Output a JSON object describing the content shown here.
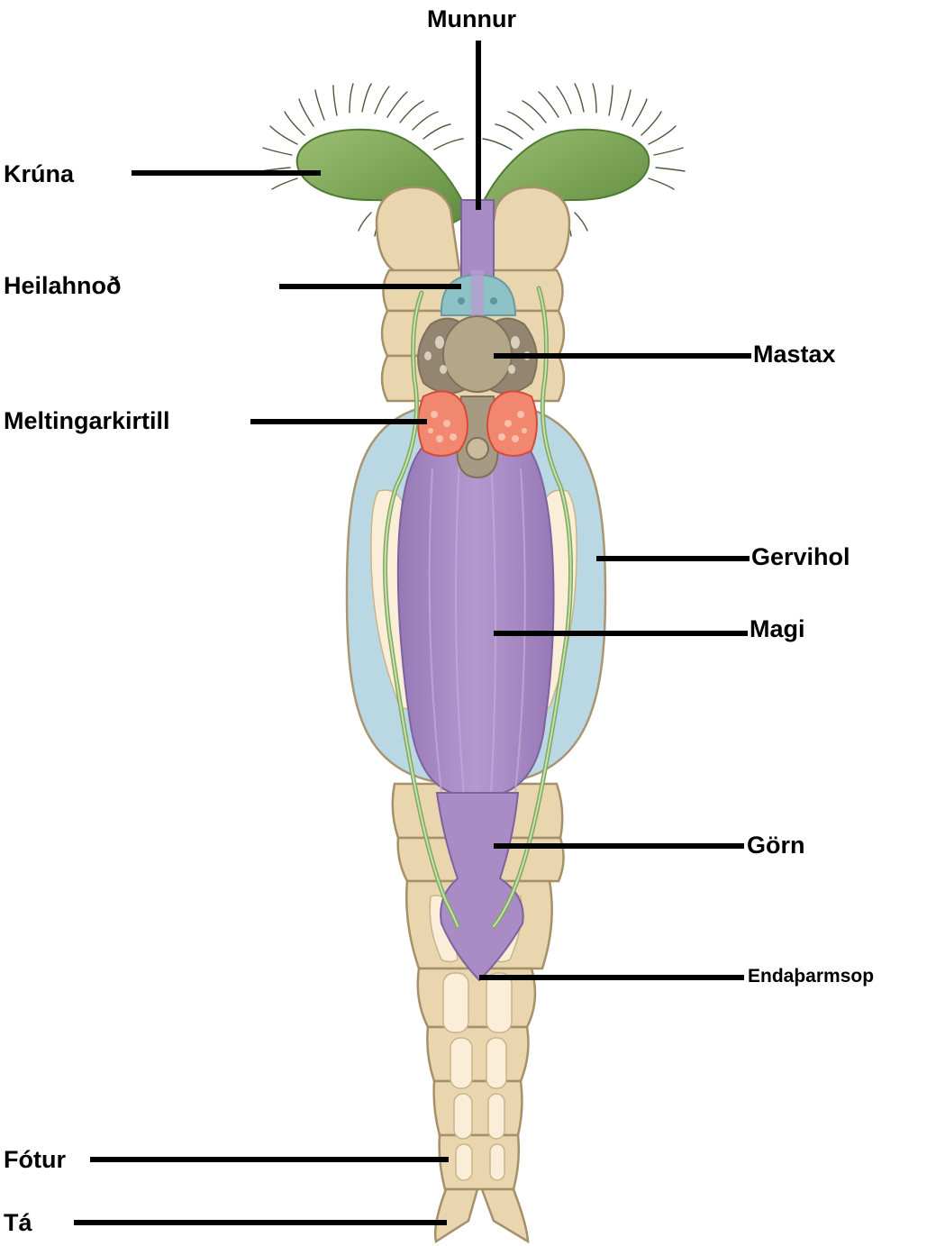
{
  "labels": {
    "munnur": "Munnur",
    "kruna": "Krúna",
    "heilahnod": "Heilahnoð",
    "mastax": "Mastax",
    "meltingarkirtill": "Meltingarkirtill",
    "gervihol": "Gervihol",
    "magi": "Magi",
    "gorn": "Görn",
    "endatharmsop": "Endaþarmsop",
    "fotur": "Fótur",
    "ta": "Tá"
  },
  "colors": {
    "body": "#e9d6ae",
    "body_outline": "#a6906a",
    "corona": "#7ba356",
    "cilia": "#4a5a3c",
    "gut": "#a98bc5",
    "pseudocoel": "#b7d6e3",
    "ganglion": "#8cc1c6",
    "mastax": "#a79a82",
    "gland": "#f2876f",
    "nerve": "#9cc77b",
    "muscle": "#fbeed8"
  }
}
